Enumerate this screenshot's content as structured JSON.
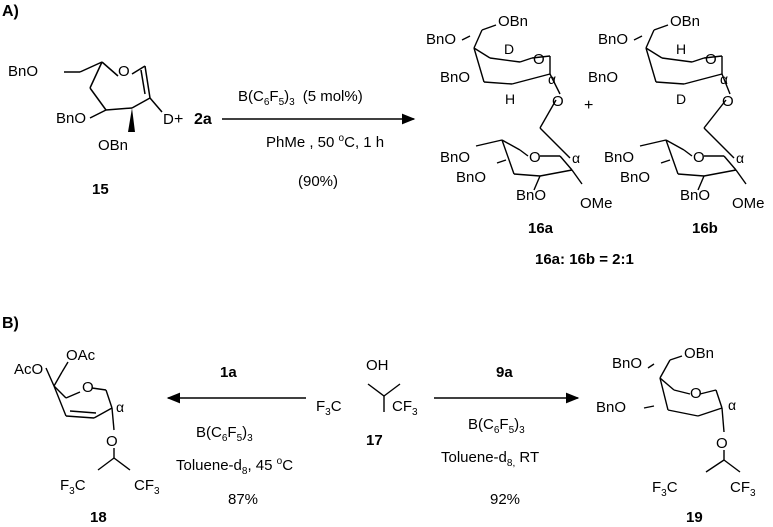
{
  "panel_a": {
    "label": "A)",
    "sm": {
      "number": "15",
      "groups": {
        "bno_top": "BnO",
        "bno_3": "BnO",
        "obn_4": "OBn",
        "ring_o": "O",
        "d": "D"
      }
    },
    "plus": "+",
    "reagent": "2a",
    "catalyst": {
      "main": "B(C",
      "sub6": "6",
      "mid": "F",
      "sub5": "5",
      "close": ")",
      "sub3": "3",
      "loading": "(5 mol%)"
    },
    "conditions": {
      "solvent": "PhMe , 50 ",
      "deg": "o",
      "tail": "C, 1 h"
    },
    "yield": "(90%)",
    "product_a": {
      "number": "16a",
      "top": {
        "obn": "OBn",
        "bno4": "BnO",
        "bno3": "BnO",
        "o": "O",
        "d": "D",
        "h": "H",
        "alpha": "α",
        "link_o": "O"
      },
      "bottom": {
        "bno4": "BnO",
        "bno3": "BnO",
        "bno2": "BnO",
        "o": "O",
        "alpha": "α",
        "ome": "OMe"
      }
    },
    "plus2": "+",
    "product_b": {
      "number": "16b",
      "top": {
        "obn": "OBn",
        "bno4": "BnO",
        "bno3": "BnO",
        "o": "O",
        "h": "H",
        "d": "D",
        "alpha": "α",
        "link_o": "O"
      },
      "bottom": {
        "bno4": "BnO",
        "bno3": "BnO",
        "bno2": "BnO",
        "o": "O",
        "alpha": "α",
        "ome": "OMe"
      }
    },
    "ratio": "16a: 16b = 2:1"
  },
  "panel_b": {
    "label": "B)",
    "center": {
      "number": "17",
      "oh": "OH",
      "f3c": "F",
      "f3c_sub": "3",
      "f3c_c": "C",
      "cf3": "CF",
      "cf3_sub": "3"
    },
    "left": {
      "reagent": "1a",
      "catalyst": {
        "main": "B(C",
        "sub6": "6",
        "mid": "F",
        "sub5": "5",
        "close": ")",
        "sub3": "3"
      },
      "conditions": {
        "solvent": "Toluene-d",
        "sub8": "8",
        "temp": ", 45 ",
        "deg": "o",
        "unit": "C"
      },
      "yield": "87%",
      "product": {
        "number": "18",
        "aco_top": "OAc",
        "aco_4": "AcO",
        "o": "O",
        "alpha": "α",
        "o_link": "O",
        "f3c": "F",
        "f3c_sub": "3",
        "f3c_c": "C",
        "cf3": "CF",
        "cf3_sub": "3"
      }
    },
    "right": {
      "reagent": "9a",
      "catalyst": {
        "main": "B(C",
        "sub6": "6",
        "mid": "F",
        "sub5": "5",
        "close": ")",
        "sub3": "3"
      },
      "conditions": {
        "solvent": "Toluene-d",
        "sub8": "8,",
        "temp": " RT"
      },
      "yield": "92%",
      "product": {
        "number": "19",
        "obn": "OBn",
        "bno4": "BnO",
        "bno3": "BnO",
        "o": "O",
        "alpha": "α",
        "o_link": "O",
        "f3c": "F",
        "f3c_sub": "3",
        "f3c_c": "C",
        "cf3": "CF",
        "cf3_sub": "3"
      }
    }
  }
}
